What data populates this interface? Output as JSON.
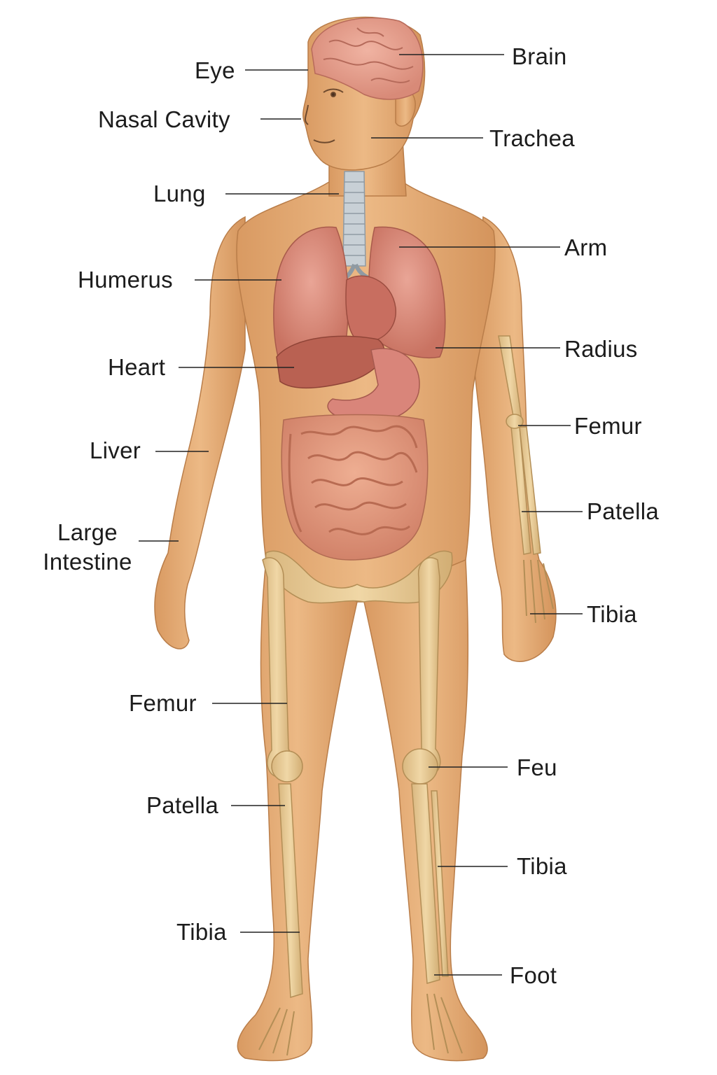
{
  "colors": {
    "background": "#ffffff",
    "skin": "#e8b27c",
    "skin_shadow": "#c98b55",
    "bone": "#e6c894",
    "bone_edge": "#c9a56a",
    "lung": "#d98c7e",
    "liver": "#c0675a",
    "stomach": "#d8857c",
    "intestine": "#e09a80",
    "brain": "#e8a493",
    "trachea": "#b8c2cc",
    "leader_line": "#222222",
    "label_text": "#1c1c1c"
  },
  "labels": {
    "left": [
      {
        "id": "eye",
        "text": "Eye"
      },
      {
        "id": "nasal-cavity",
        "text": "Nasal Cavity"
      },
      {
        "id": "lung",
        "text": "Lung"
      },
      {
        "id": "humerus",
        "text": "Humerus"
      },
      {
        "id": "heart",
        "text": "Heart"
      },
      {
        "id": "liver",
        "text": "Liver"
      },
      {
        "id": "large-intestine",
        "text": "Large Intestine"
      },
      {
        "id": "femur-left",
        "text": "Femur"
      },
      {
        "id": "patella-left",
        "text": "Patella"
      },
      {
        "id": "tibia-left",
        "text": "Tibia"
      }
    ],
    "right": [
      {
        "id": "brain",
        "text": "Brain"
      },
      {
        "id": "trachea",
        "text": "Trachea"
      },
      {
        "id": "arm",
        "text": "Arm"
      },
      {
        "id": "radius",
        "text": "Radius"
      },
      {
        "id": "femur-right",
        "text": "Femur"
      },
      {
        "id": "patella-right",
        "text": "Patella"
      },
      {
        "id": "tibia-right-upper",
        "text": "Tibia"
      },
      {
        "id": "feu",
        "text": "Feu"
      },
      {
        "id": "tibia-right-lower",
        "text": "Tibia"
      },
      {
        "id": "foot",
        "text": "Foot"
      }
    ]
  }
}
